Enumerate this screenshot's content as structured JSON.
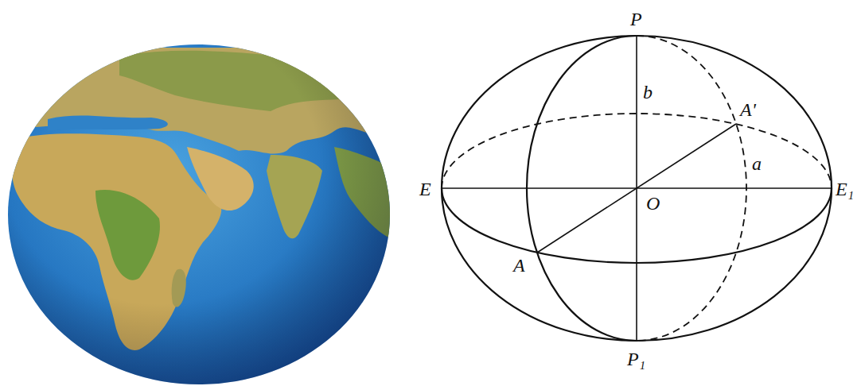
{
  "diagram": {
    "labels": [
      "P",
      "b",
      "A'",
      "a",
      "E",
      "E₁",
      "O",
      "A",
      "P₁"
    ]
  }
}
